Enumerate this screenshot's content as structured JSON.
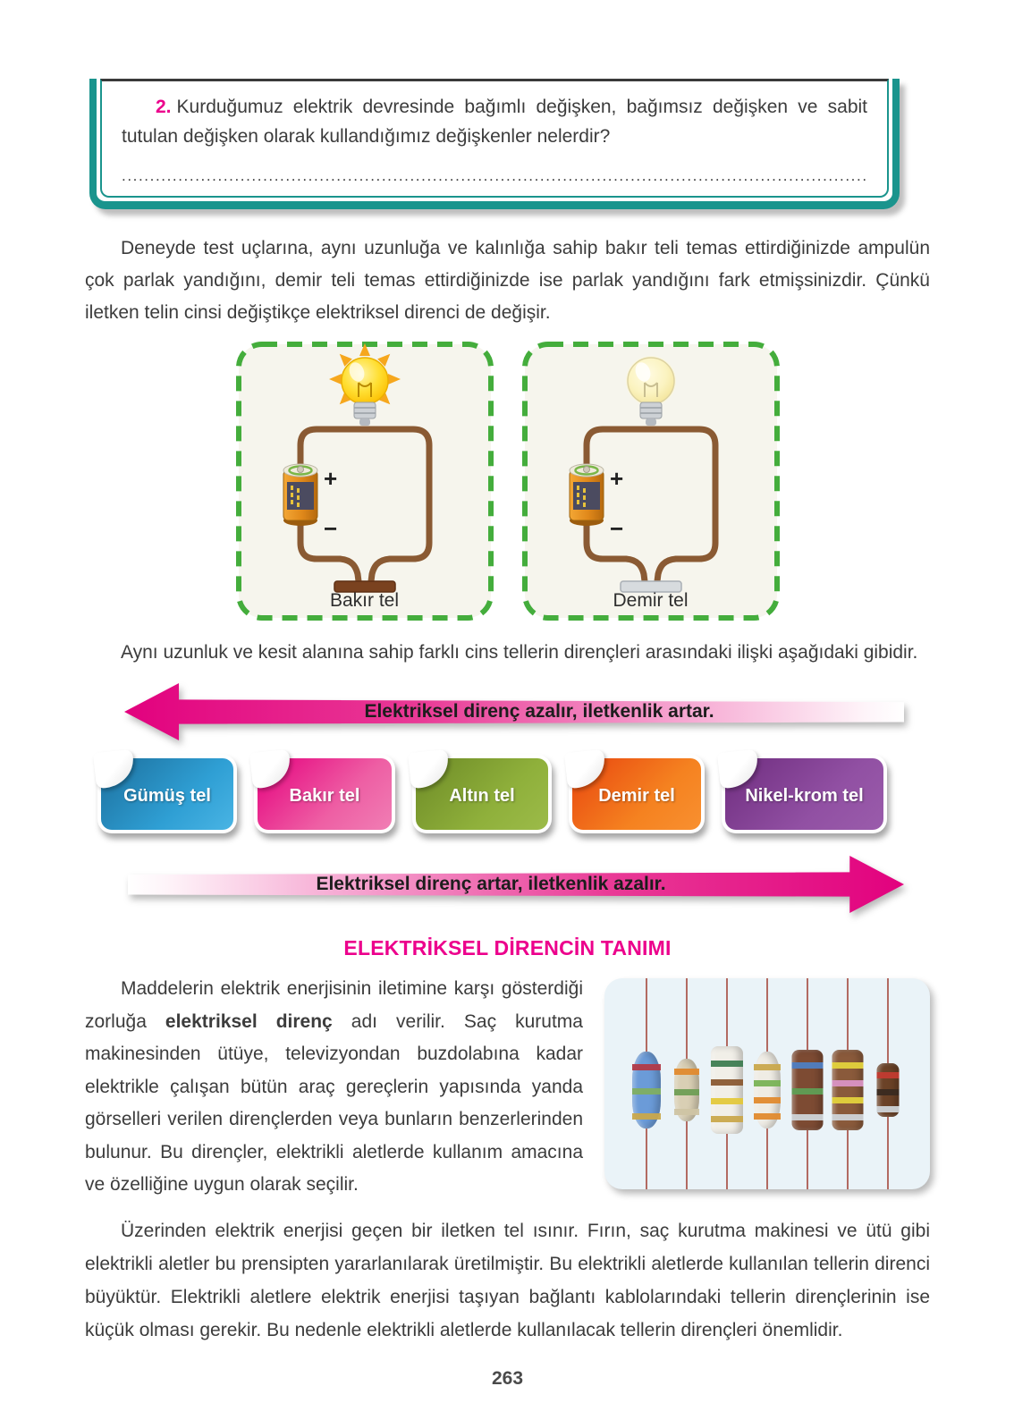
{
  "colors": {
    "accent_teal": "#1a948d",
    "accent_pink": "#ec008c",
    "dashed_green": "#44ad3c",
    "circuit_background": "#f6f5ed",
    "wire_brown": "#8a5a33",
    "text_dark": "#3c3c3c"
  },
  "question_box": {
    "number": "2.",
    "text": "Kurduğumuz elektrik devresinde bağımlı değişken, bağımsız değişken ve sabit tutulan değişken olarak kullandığımız değişkenler nelerdir?",
    "answer_dots": "...................................................................................................................................................................................................."
  },
  "paragraphs": {
    "intro": "Deneyde test uçlarına, aynı uzunluğa ve kalınlığa sahip bakır teli temas ettirdiğinizde ampulün çok parlak yandığını, demir teli temas ettirdiğinizde ise parlak yandığını fark etmişsinizdir. Çünkü iletken telin cinsi değiştikçe elektriksel direnci de değişir.",
    "relation": "Aynı uzunluk ve kesit alanına sahip farklı cins tellerin dirençleri arasındaki ilişki aşağıdaki gibidir.",
    "definition_before_bold": "Maddelerin elektrik enerjisinin iletimine karşı gösterdiği zorluğa ",
    "definition_bold": "elektriksel direnç",
    "definition_after_bold": " adı verilir. Saç kurutma makinesinden ütüye, televizyondan buzdolabına kadar elektrikle çalışan bütün araç gereçlerin yapısında yanda görselleri verilen dirençlerden veya bunların benzerlerinden bulunur. Bu dirençler, elektrikli aletlerde kullanım amacına ve özelliğine uygun olarak seçilir.",
    "closing": "Üzerinden elektrik enerjisi geçen bir iletken tel ısınır. Fırın, saç kurutma makinesi ve ütü gibi elektrikli aletler bu prensipten yararlanılarak üretilmiştir. Bu elektrikli aletlerde kullanılan tellerin direnci büyüktür. Elektrikli aletlere elektrik enerjisi taşıyan bağlantı kablolarındaki tellerin dirençlerinin ise küçük olması gerekir. Bu nedenle elektrikli aletlerde kullanılacak tellerin dirençleri önemlidir."
  },
  "circuits": [
    {
      "label": "Bakır tel",
      "plus": "+",
      "minus": "−",
      "bulb": "bright",
      "strip": "copper"
    },
    {
      "label": "Demir tel",
      "plus": "+",
      "minus": "−",
      "bulb": "dim",
      "strip": "iron"
    }
  ],
  "arrows": {
    "top": "Elektriksel direnç azalır, iletkenlik artar.",
    "bottom": "Elektriksel direnç artar, iletkenlik azalır."
  },
  "wire_tabs": [
    {
      "label": "Gümüş tel",
      "width": 156,
      "color_dark": "#1c6f9d",
      "color": "#2f9fd4",
      "color_light": "#49b4e4"
    },
    {
      "label": "Bakır tel",
      "width": 158,
      "color_dark": "#e5007e",
      "color": "#ee5fa4",
      "color_light": "#f07eb4"
    },
    {
      "label": "Altın tel",
      "width": 156,
      "color_dark": "#6d8a26",
      "color": "#8fb03b",
      "color_light": "#9cbb49"
    },
    {
      "label": "Demir tel",
      "width": 152,
      "color_dark": "#e8450f",
      "color": "#f58220",
      "color_light": "#f89030"
    },
    {
      "label": "Nikel-krom tel",
      "width": 185,
      "color_dark": "#6f2d7f",
      "color": "#9150a3",
      "color_light": "#9a5cab"
    }
  ],
  "section_heading": "ELEKTRİKSEL DİRENCİN TANIMI",
  "resistors_figure": {
    "background": "#eaf3f8",
    "items": [
      {
        "shape": "oval",
        "w": 32,
        "h": 86,
        "body": "#6b9bd8",
        "stripes": [
          "#b23a48",
          "#7fae62",
          "#c9a84c"
        ]
      },
      {
        "shape": "oval",
        "w": 28,
        "h": 70,
        "body": "#d9cfb4",
        "stripes": [
          "#e08a2e",
          "#6f9e55",
          "#cfc4a4"
        ]
      },
      {
        "shape": "cyl",
        "w": 36,
        "h": 98,
        "body": "#f1efe8",
        "stripes": [
          "#3e7d52",
          "#8a5a33",
          "#e3c83c",
          "#c9a84c"
        ]
      },
      {
        "shape": "oval",
        "w": 30,
        "h": 86,
        "body": "#efece4",
        "stripes": [
          "#c9a84c",
          "#79b356",
          "#e08a2e",
          "#e08a2e"
        ]
      },
      {
        "shape": "cyl",
        "w": 35,
        "h": 90,
        "body": "#7d4b33",
        "stripes": [
          "#4f7ec2",
          "#5f9e55",
          "#cfd4d8"
        ]
      },
      {
        "shape": "cyl",
        "w": 35,
        "h": 90,
        "body": "#8a5a3b",
        "stripes": [
          "#e3d23c",
          "#d993c4",
          "#e3d23c",
          "#cfd4d8"
        ]
      },
      {
        "shape": "cyl",
        "w": 25,
        "h": 60,
        "body": "#6b4227",
        "stripes": [
          "#c23b30",
          "#3a2a20",
          "#cfd4d8"
        ]
      }
    ]
  },
  "page_number": "263"
}
